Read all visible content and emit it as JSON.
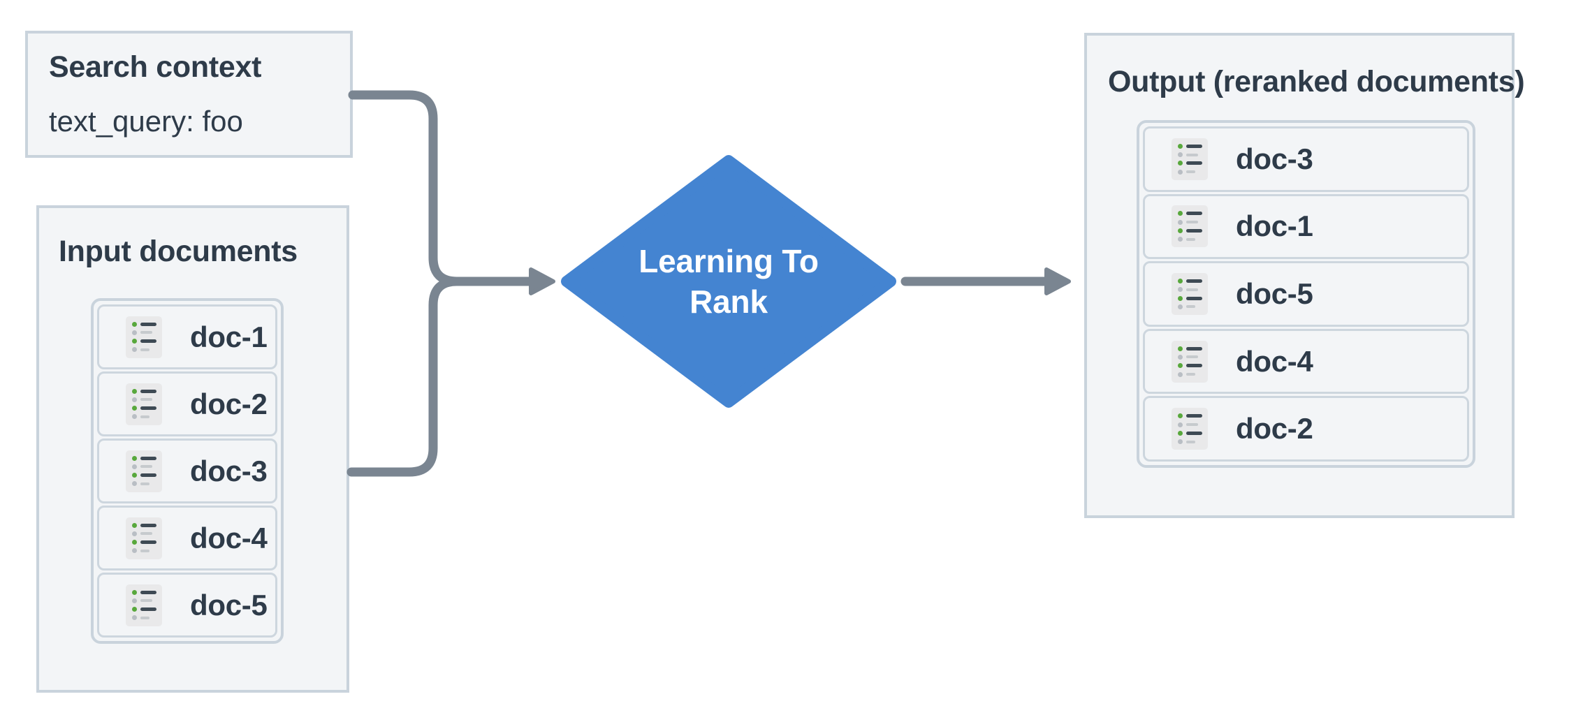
{
  "palette": {
    "box_bg": "#f3f5f7",
    "box_border": "#c9d3dc",
    "row_border": "#cdd6de",
    "text": "#2e3b49",
    "diamond_fill": "#4484d1",
    "diamond_text": "#ffffff",
    "arrow": "#7a8591",
    "icon_bg": "#e9e9ea",
    "icon_line_dark": "#3e4a54",
    "icon_line_light": "#c6cacd",
    "icon_dot_green": "#58a83c",
    "icon_dot_gray": "#b9bec4"
  },
  "search_context": {
    "title": "Search context",
    "query": "text_query: foo"
  },
  "input_documents": {
    "title": "Input documents",
    "docs": [
      "doc-1",
      "doc-2",
      "doc-3",
      "doc-4",
      "doc-5"
    ]
  },
  "process": {
    "label": "Learning To Rank"
  },
  "output": {
    "title": "Output (reranked documents)",
    "docs": [
      "doc-3",
      "doc-1",
      "doc-5",
      "doc-4",
      "doc-2"
    ]
  }
}
